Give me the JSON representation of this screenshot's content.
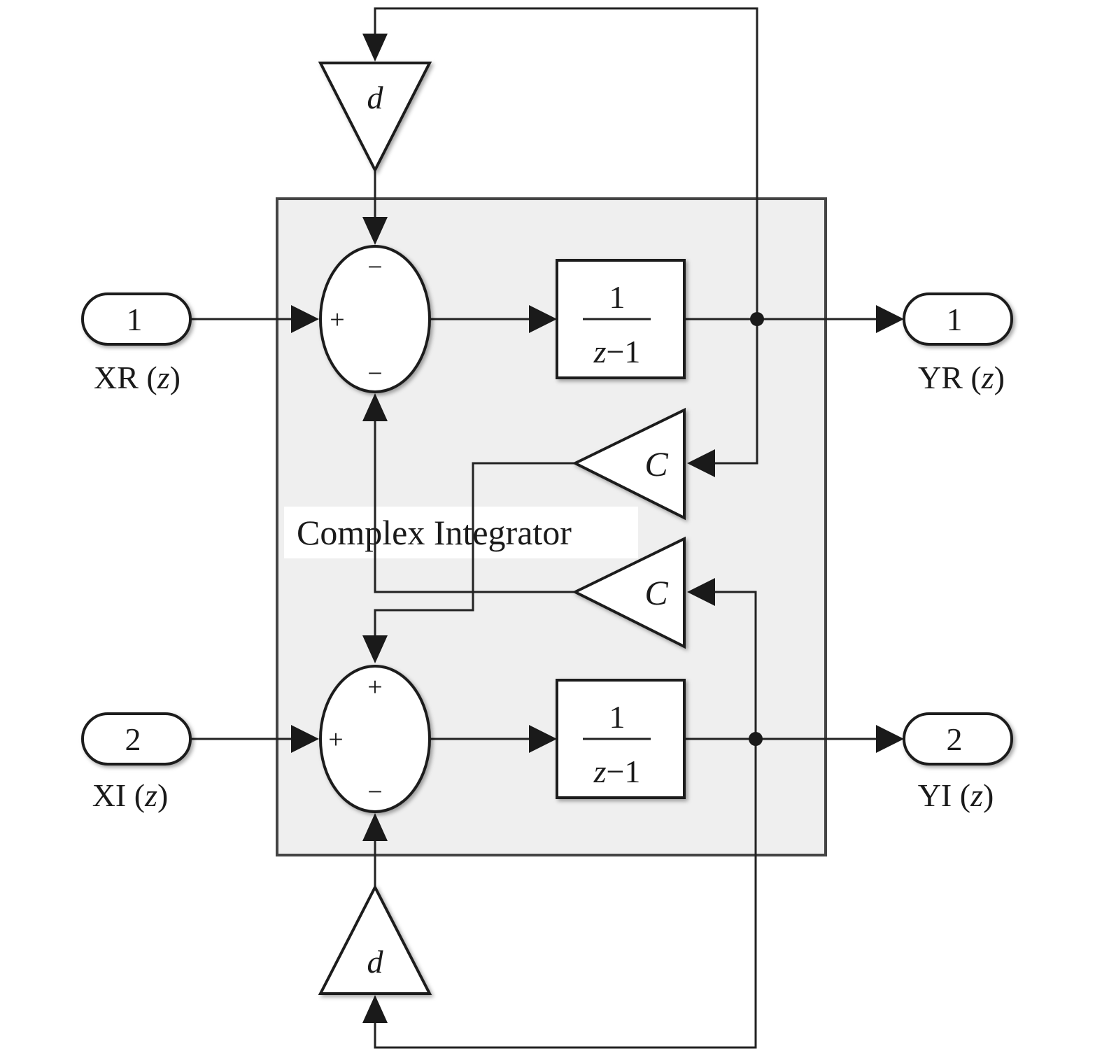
{
  "subsystem": {
    "label": "Complex Integrator",
    "background": "#efefef",
    "border": "#444444"
  },
  "inports": [
    {
      "number": "1",
      "signal": "XR (z)",
      "signal_name": "XR",
      "arg": "z"
    },
    {
      "number": "2",
      "signal": "XI (z)",
      "signal_name": "XI",
      "arg": "z"
    }
  ],
  "outports": [
    {
      "number": "1",
      "signal": "YR (z)",
      "signal_name": "YR",
      "arg": "z"
    },
    {
      "number": "2",
      "signal": "YI (z)",
      "signal_name": "YI",
      "arg": "z"
    }
  ],
  "sums": [
    {
      "name": "sum-real",
      "signs": {
        "left": "+",
        "top": "−",
        "bottom": "−"
      }
    },
    {
      "name": "sum-imag",
      "signs": {
        "left": "+",
        "top": "+",
        "bottom": "−"
      }
    }
  ],
  "integrators": [
    {
      "numerator": "1",
      "denominator_var": "z",
      "denominator_rest": "−1"
    },
    {
      "numerator": "1",
      "denominator_var": "z",
      "denominator_rest": "−1"
    }
  ],
  "gains": {
    "d_top": "d",
    "d_bottom": "d",
    "c_upper": "C",
    "c_lower": "C"
  }
}
